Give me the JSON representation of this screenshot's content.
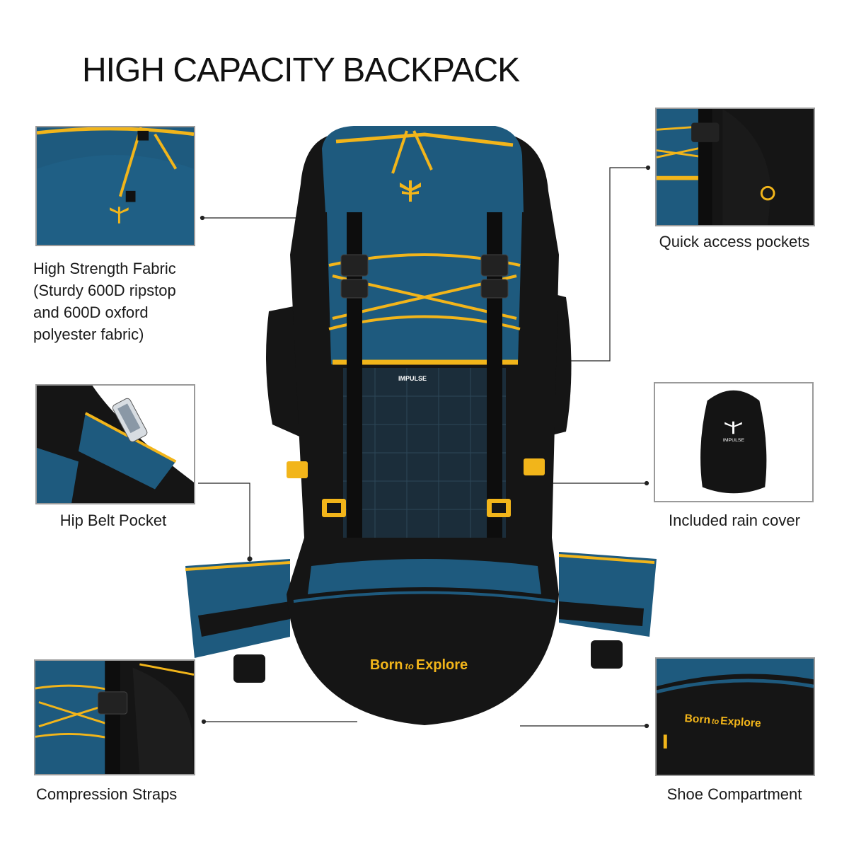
{
  "title": "HIGH CAPACITY BACKPACK",
  "features": {
    "fabric": {
      "caption_lines": [
        "High Strength Fabric",
        "(Sturdy 600D ripstop",
        "and 600D oxford",
        "polyester fabric)"
      ]
    },
    "quick_access": {
      "caption": "Quick access pockets"
    },
    "hip_belt": {
      "caption": "Hip Belt Pocket"
    },
    "rain_cover": {
      "caption": "Included rain cover",
      "brand_text": "IMPULSE"
    },
    "compression": {
      "caption": "Compression Straps"
    },
    "shoe": {
      "caption": "Shoe Compartment",
      "slogan_parts": [
        "Born",
        "to",
        "Explore"
      ]
    }
  },
  "backpack": {
    "slogan_parts": [
      "Born",
      "to",
      "Explore"
    ],
    "brand_tag": "IMPULSE"
  },
  "colors": {
    "teal": "#1e5a7e",
    "teal_dark": "#17475f",
    "black": "#151515",
    "yellow": "#f2b51a",
    "border": "#9a9a9a"
  },
  "icons": [
    "dragonfly-logo-icon",
    "smartphone-icon",
    "buckle-icon"
  ]
}
